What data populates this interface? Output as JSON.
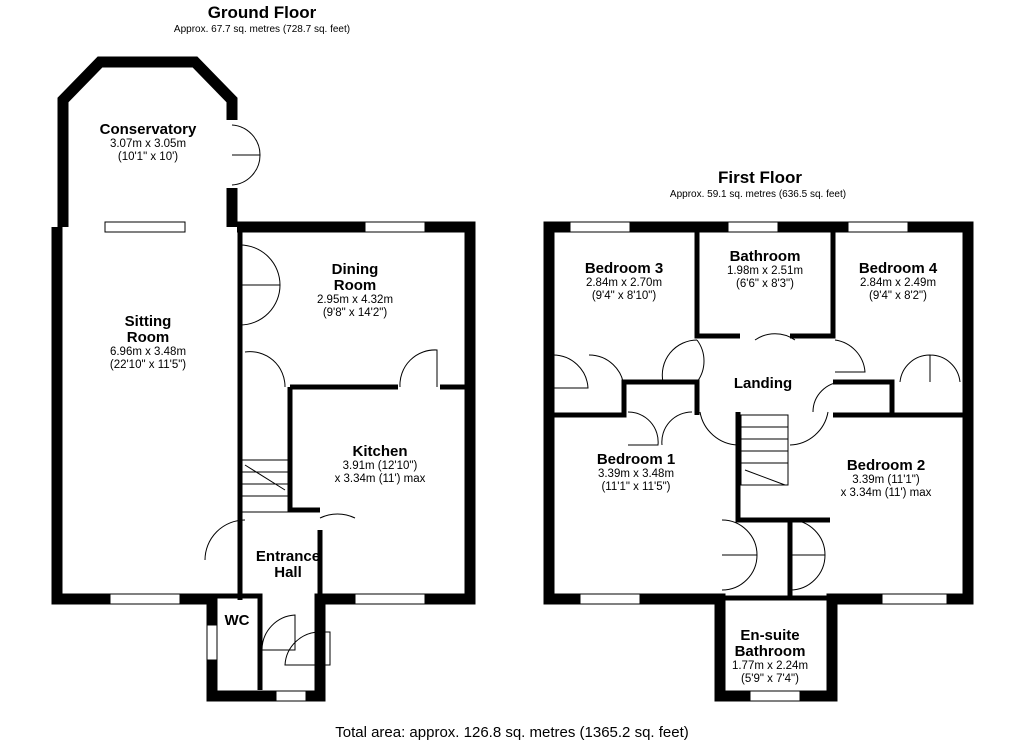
{
  "ground_floor": {
    "title": "Ground Floor",
    "area": "Approx. 67.7 sq. metres (728.7 sq. feet)",
    "rooms": {
      "conservatory": {
        "name": [
          "Conservatory"
        ],
        "dims": [
          "3.07m x 3.05m",
          "(10'1\" x 10')"
        ]
      },
      "sitting_room": {
        "name": [
          "Sitting",
          "Room"
        ],
        "dims": [
          "6.96m x 3.48m",
          "(22'10\" x 11'5\")"
        ]
      },
      "dining_room": {
        "name": [
          "Dining",
          "Room"
        ],
        "dims": [
          "2.95m x 4.32m",
          "(9'8\" x 14'2\")"
        ]
      },
      "kitchen": {
        "name": [
          "Kitchen"
        ],
        "dims": [
          "3.91m (12'10\")",
          "x 3.34m (11') max"
        ]
      },
      "entrance_hall": {
        "name": [
          "Entrance",
          "Hall"
        ],
        "dims": []
      },
      "wc": {
        "name": [
          "WC"
        ],
        "dims": []
      }
    }
  },
  "first_floor": {
    "title": "First Floor",
    "area": "Approx. 59.1 sq. metres (636.5 sq. feet)",
    "rooms": {
      "bedroom_3": {
        "name": [
          "Bedroom 3"
        ],
        "dims": [
          "2.84m x 2.70m",
          "(9'4\" x 8'10\")"
        ]
      },
      "bathroom": {
        "name": [
          "Bathroom"
        ],
        "dims": [
          "1.98m x 2.51m",
          "(6'6\" x 8'3\")"
        ]
      },
      "bedroom_4": {
        "name": [
          "Bedroom 4"
        ],
        "dims": [
          "2.84m x 2.49m",
          "(9'4\" x 8'2\")"
        ]
      },
      "landing": {
        "name": [
          "Landing"
        ],
        "dims": []
      },
      "bedroom_1": {
        "name": [
          "Bedroom 1"
        ],
        "dims": [
          "3.39m x 3.48m",
          "(11'1\" x 11'5\")"
        ]
      },
      "bedroom_2": {
        "name": [
          "Bedroom 2"
        ],
        "dims": [
          "3.39m (11'1\")",
          "x 3.34m (11') max"
        ]
      },
      "ensuite": {
        "name": [
          "En-suite",
          "Bathroom"
        ],
        "dims": [
          "1.77m x 2.24m",
          "(5'9\" x 7'4\")"
        ]
      }
    }
  },
  "total_area": "Total area: approx. 126.8 sq. metres (1365.2 sq. feet)"
}
